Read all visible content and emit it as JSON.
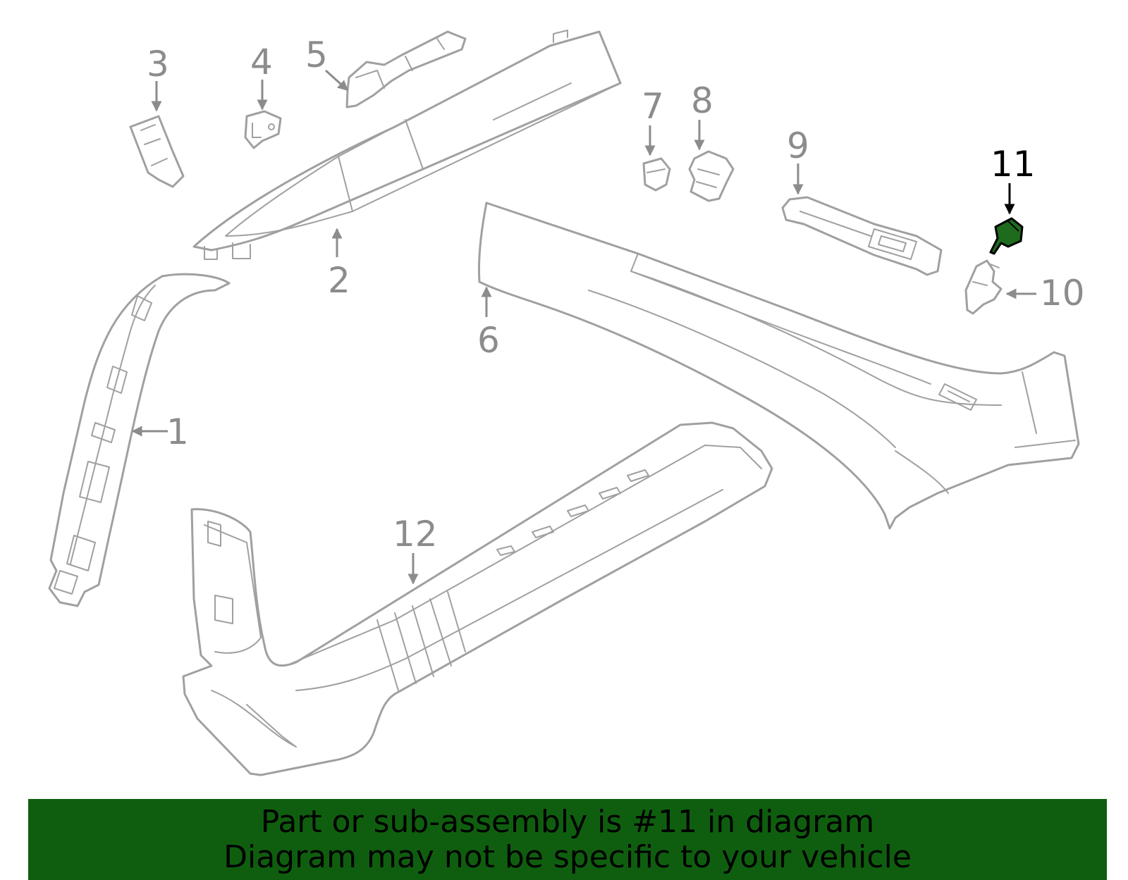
{
  "callouts": [
    {
      "id": "1",
      "label": "1"
    },
    {
      "id": "2",
      "label": "2"
    },
    {
      "id": "3",
      "label": "3"
    },
    {
      "id": "4",
      "label": "4"
    },
    {
      "id": "5",
      "label": "5"
    },
    {
      "id": "6",
      "label": "6"
    },
    {
      "id": "7",
      "label": "7"
    },
    {
      "id": "8",
      "label": "8"
    },
    {
      "id": "9",
      "label": "9"
    },
    {
      "id": "10",
      "label": "10"
    },
    {
      "id": "11",
      "label": "11"
    },
    {
      "id": "12",
      "label": "12"
    }
  ],
  "highlighted_part": "11",
  "colors": {
    "banner_bg": "#0f5e0f",
    "highlight_fill": "#1e6b1e",
    "part_stroke": "#a0a0a0"
  },
  "banner": {
    "line1": "Part or sub-assembly is #11 in diagram",
    "line2": "Diagram may not be specific to your vehicle"
  }
}
